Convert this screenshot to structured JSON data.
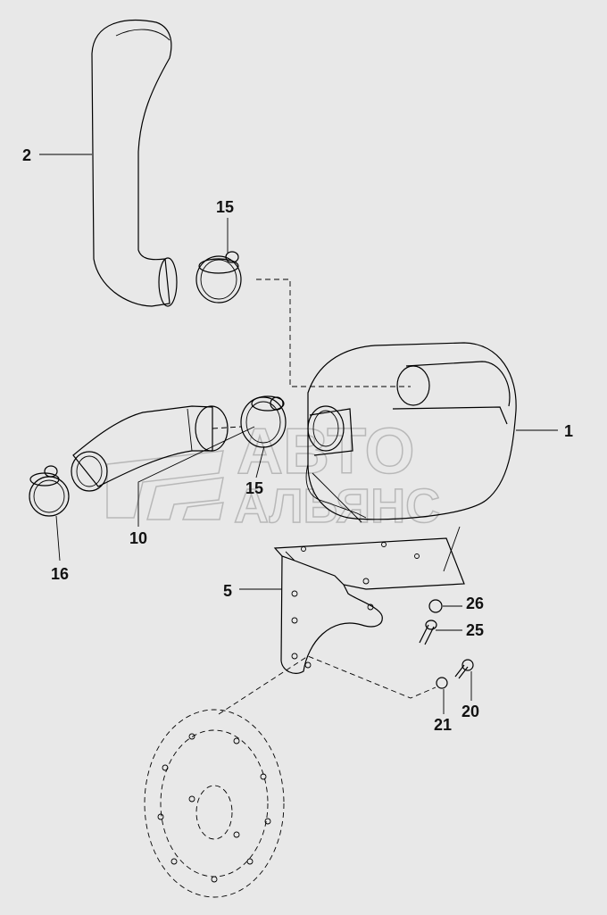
{
  "diagram": {
    "labels": {
      "p1": "1",
      "p2": "2",
      "p5": "5",
      "p10": "10",
      "p15a": "15",
      "p15b": "15",
      "p16": "16",
      "p20": "20",
      "p21": "21",
      "p25": "25",
      "p26": "26"
    },
    "watermark": {
      "line1": "АВТО",
      "line2": "АЛЬЯНС"
    }
  }
}
